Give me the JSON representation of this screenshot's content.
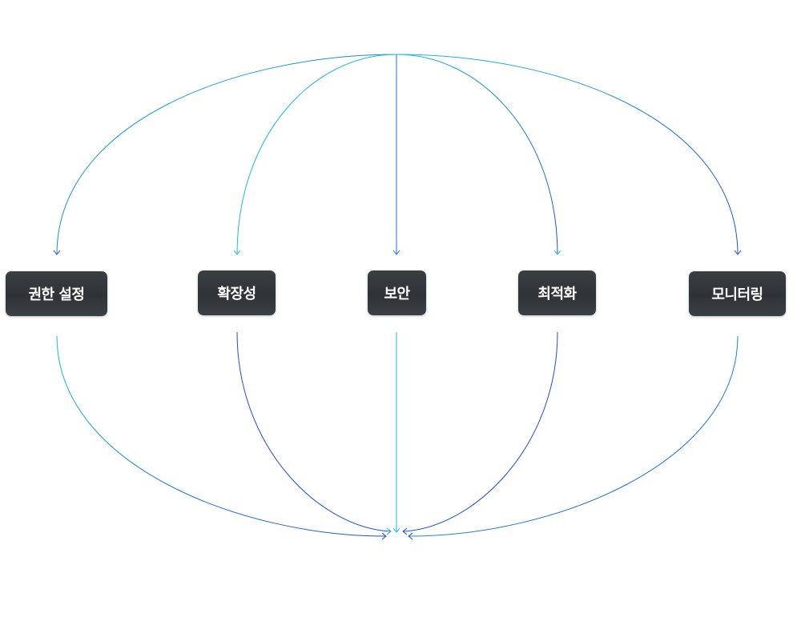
{
  "diagram": {
    "nodes": [
      {
        "id": "permissions",
        "label": "권한 설정"
      },
      {
        "id": "scalability",
        "label": "확장성"
      },
      {
        "id": "security",
        "label": "보안"
      },
      {
        "id": "optimization",
        "label": "최적화"
      },
      {
        "id": "monitoring",
        "label": "모니터링"
      }
    ],
    "colors": {
      "line_blue": "#1a4fe0",
      "line_cyan": "#19b8e6",
      "node_bg": "#33373b",
      "node_text": "#ffffff"
    }
  }
}
